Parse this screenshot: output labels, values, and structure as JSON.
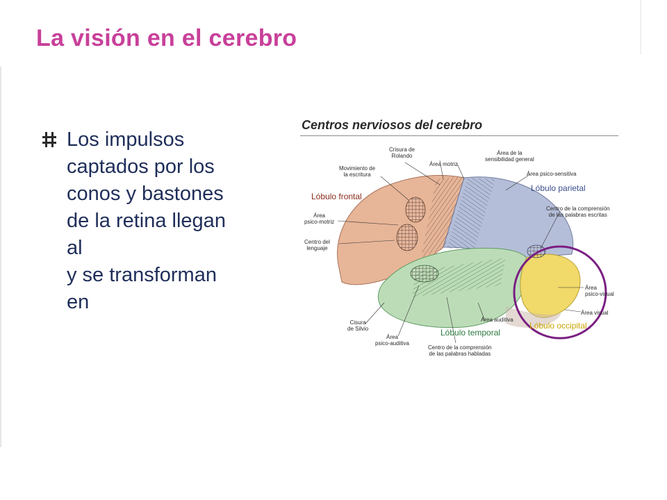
{
  "slide": {
    "title": "La visión en el cerebro",
    "bullet_lines": [
      "Los impulsos",
      "captados por los",
      "conos y bastones",
      "de la retina llegan",
      "al",
      "y se transforman",
      "en"
    ]
  },
  "diagram": {
    "title": "Centros nerviosos del cerebro",
    "labels": {
      "crisura": "Crisura de\nRolando",
      "area_motriz": "Área motriz",
      "area_sensibilidad": "Área de la\nsensibilidad general",
      "movimiento": "Movimiento de\nla escritura",
      "psico_sensitiva": "Área psico-sensitiva",
      "lobulo_frontal": "Lóbulo frontal",
      "lobulo_parietal": "Lóbulo parietal",
      "psico_motriz": "Área\npsico-motriz",
      "comprension_escritas": "Centro de la comprensión\nde las palabras escritas",
      "centro_lenguaje": "Centro del\nlenguaje",
      "psico_visual": "Área\npsico-visual",
      "area_visual": "Área visual",
      "cisura_silvio": "Cisura\nde Silvio",
      "area_auditiva": "Área auditiva",
      "lobulo_occipital": "Lóbulo occipital",
      "lobulo_temporal": "Lóbulo temporal",
      "psico_auditiva": "Área\npsico-auditiva",
      "comprension_habladas": "Centro de la comprensión\nde las palabras habladas"
    },
    "colors": {
      "frontal": "#e7b598",
      "parietal": "#b5bed8",
      "temporal": "#bcdcb7",
      "occipital": "#f1d96a",
      "highlight_circle": "#7a1f82"
    }
  }
}
